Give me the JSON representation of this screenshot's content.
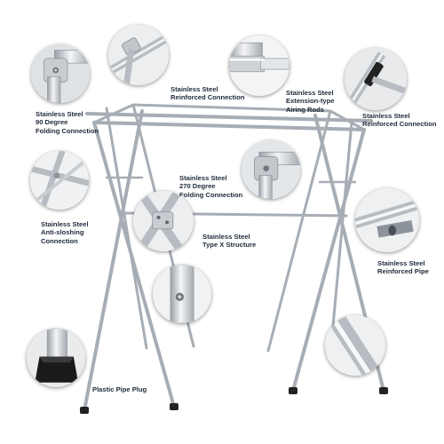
{
  "colors": {
    "steel_light": "#eef0f2",
    "steel_mid": "#c9cdd2",
    "steel_dark": "#8d939b",
    "plastic": "#1a1a1a",
    "label_text": "#1e2a3a"
  },
  "callouts": [
    {
      "id": "90-degree-folding-connection",
      "icon": "elbow-joint-icon",
      "label": "Stainless Steel\n90 Degree\nFolding Connection"
    },
    {
      "id": "reinforced-connection-top",
      "icon": "clamp-icon",
      "label": "Stainless Steel\nReinforced Connection"
    },
    {
      "id": "extension-airing-rods",
      "icon": "telescopic-rod-icon",
      "label": "Stainless Steel\nExtension-type\nAiring Rods"
    },
    {
      "id": "reinforced-connection-right",
      "icon": "clamp-icon",
      "label": "Stainless Steel\nReinforced Connection"
    },
    {
      "id": "270-degree-folding-connection",
      "icon": "elbow-joint-icon",
      "label": "Stainless Steel\n270 Degree\nFolding Connection"
    },
    {
      "id": "anti-sloshing-connection",
      "icon": "cross-brace-icon",
      "label": "Stainless Steel\nAnti-sloshing\nConnection"
    },
    {
      "id": "type-x-structure",
      "icon": "x-joint-icon",
      "label": "Stainless Steel\nType X Structure"
    },
    {
      "id": "reinforced-pipe",
      "icon": "pipe-icon",
      "label": "Stainless Steel\nReinforced Pipe"
    },
    {
      "id": "pin-detail",
      "icon": "bolt-icon",
      "label": ""
    },
    {
      "id": "leg-detail",
      "icon": "leg-tube-icon",
      "label": ""
    },
    {
      "id": "plastic-pipe-plug",
      "icon": "foot-plug-icon",
      "label": "Plastic Pipe Plug"
    }
  ]
}
